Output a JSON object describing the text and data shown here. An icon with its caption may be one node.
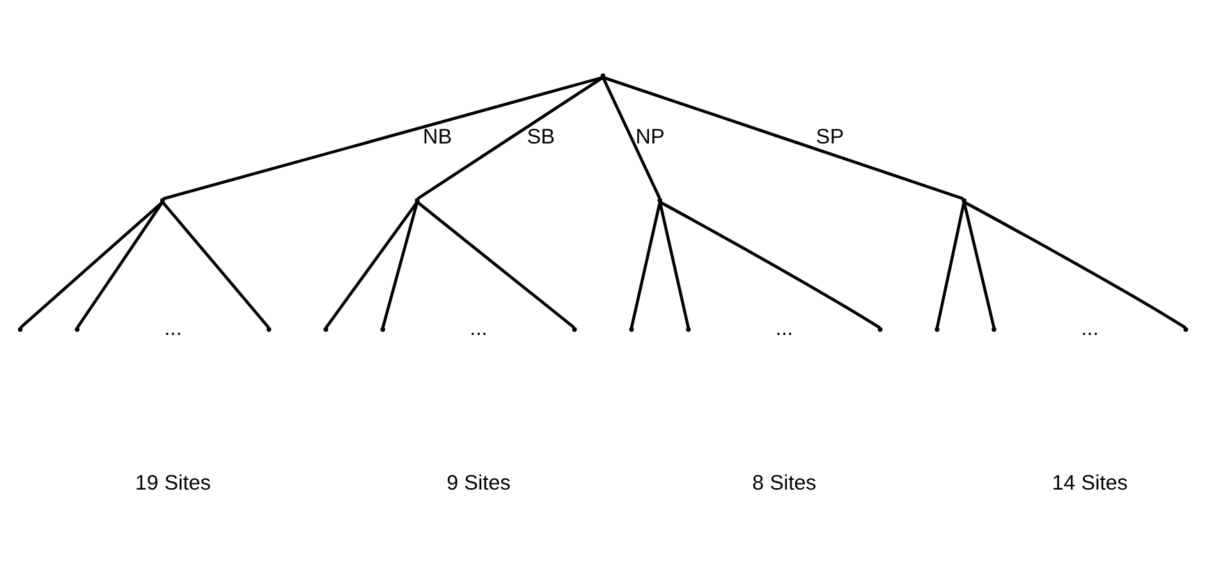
{
  "diagram": {
    "nodes": [
      {
        "text": [],
        "shape": "point"
      },
      {
        "text": [],
        "shape": "point"
      },
      {
        "text": [],
        "shape": "point"
      },
      {
        "text": [],
        "shape": "point"
      },
      {
        "text": [],
        "shape": "point"
      },
      {
        "text": [],
        "shape": "point"
      },
      {
        "text": [],
        "shape": "point"
      },
      {
        "text": [],
        "shape": "point"
      },
      {
        "text": [],
        "shape": "point"
      },
      {
        "text": [],
        "shape": "point"
      },
      {
        "text": [],
        "shape": "point"
      },
      {
        "text": [],
        "shape": "point"
      },
      {
        "text": [],
        "shape": "point"
      },
      {
        "text": [],
        "shape": "point"
      },
      {
        "text": [],
        "shape": "point"
      },
      {
        "text": [],
        "shape": "point"
      },
      {
        "text": [],
        "shape": "point"
      }
    ],
    "edges": [
      {
        "from": 0,
        "to": 1,
        "arrow": "none",
        "label": "NB"
      },
      {
        "from": 0,
        "to": 2,
        "arrow": "none",
        "label": "SB"
      },
      {
        "from": 0,
        "to": 3,
        "arrow": "none",
        "label": "NP"
      },
      {
        "from": 0,
        "to": 4,
        "arrow": "none",
        "label": "SP"
      },
      {
        "from": 1,
        "to": 5,
        "arrow": "none"
      },
      {
        "from": 1,
        "to": 6,
        "arrow": "none"
      },
      {
        "from": 1,
        "to": 7,
        "arrow": "none"
      },
      {
        "from": 2,
        "to": 8,
        "arrow": "none"
      },
      {
        "from": 2,
        "to": 9,
        "arrow": "none"
      },
      {
        "from": 2,
        "to": 10,
        "arrow": "none"
      },
      {
        "from": 3,
        "to": 11,
        "arrow": "none"
      },
      {
        "from": 3,
        "to": 12,
        "arrow": "none"
      },
      {
        "from": 3,
        "to": 13,
        "arrow": "none"
      },
      {
        "from": 4,
        "to": 14,
        "arrow": "none"
      },
      {
        "from": 4,
        "to": 15,
        "arrow": "none"
      },
      {
        "from": 4,
        "to": 16,
        "arrow": "none"
      }
    ],
    "labels": [
      "...",
      "...",
      "...",
      "...",
      "19 Sites",
      "9 Sites",
      "8 Sites",
      "14 Sites"
    ]
  }
}
